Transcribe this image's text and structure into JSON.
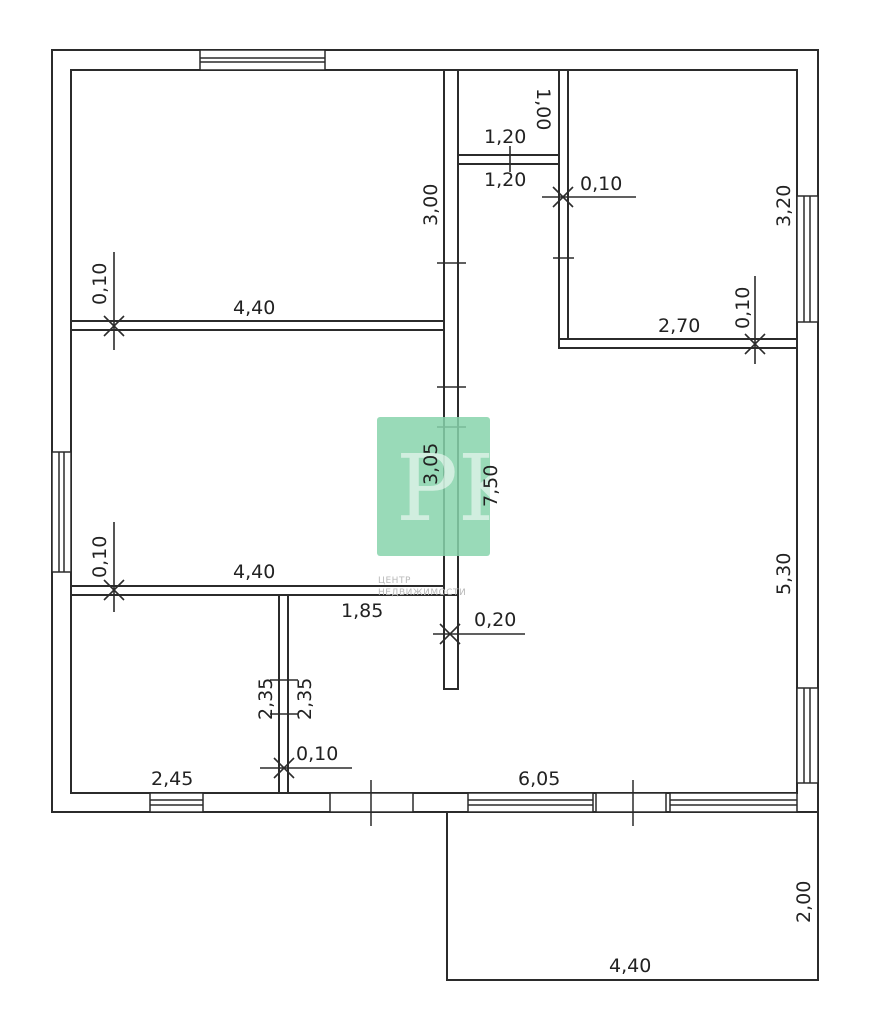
{
  "dimensions": {
    "room_top_left_width": "4,40",
    "room_top_left_wall": "0,10",
    "room_top_left_height": "3,00",
    "bath_width_top": "1,20",
    "bath_width_bottom": "1,20",
    "bath_height": "1,00",
    "bath_wall": "0,10",
    "room_top_right_height": "3,20",
    "room_top_right_width": "2,70",
    "room_top_right_wall": "0,10",
    "room_mid_left_width": "4,40",
    "room_mid_left_wall": "0,10",
    "room_mid_left_height": "3,05",
    "total_depth": "7,50",
    "right_hall_height": "5,30",
    "partition_length": "1,85",
    "partition_thickness": "0,20",
    "small_room_height_a": "2,35",
    "small_room_height_b": "2,35",
    "small_room_wall": "0,10",
    "small_room_width": "2,45",
    "hall_width": "6,05",
    "terrace_height": "2,00",
    "terrace_width": "4,40"
  },
  "logo": {
    "letters": "PK",
    "line1": "ЦЕНТР",
    "line2": "НЕДВИЖИМОСТИ"
  }
}
